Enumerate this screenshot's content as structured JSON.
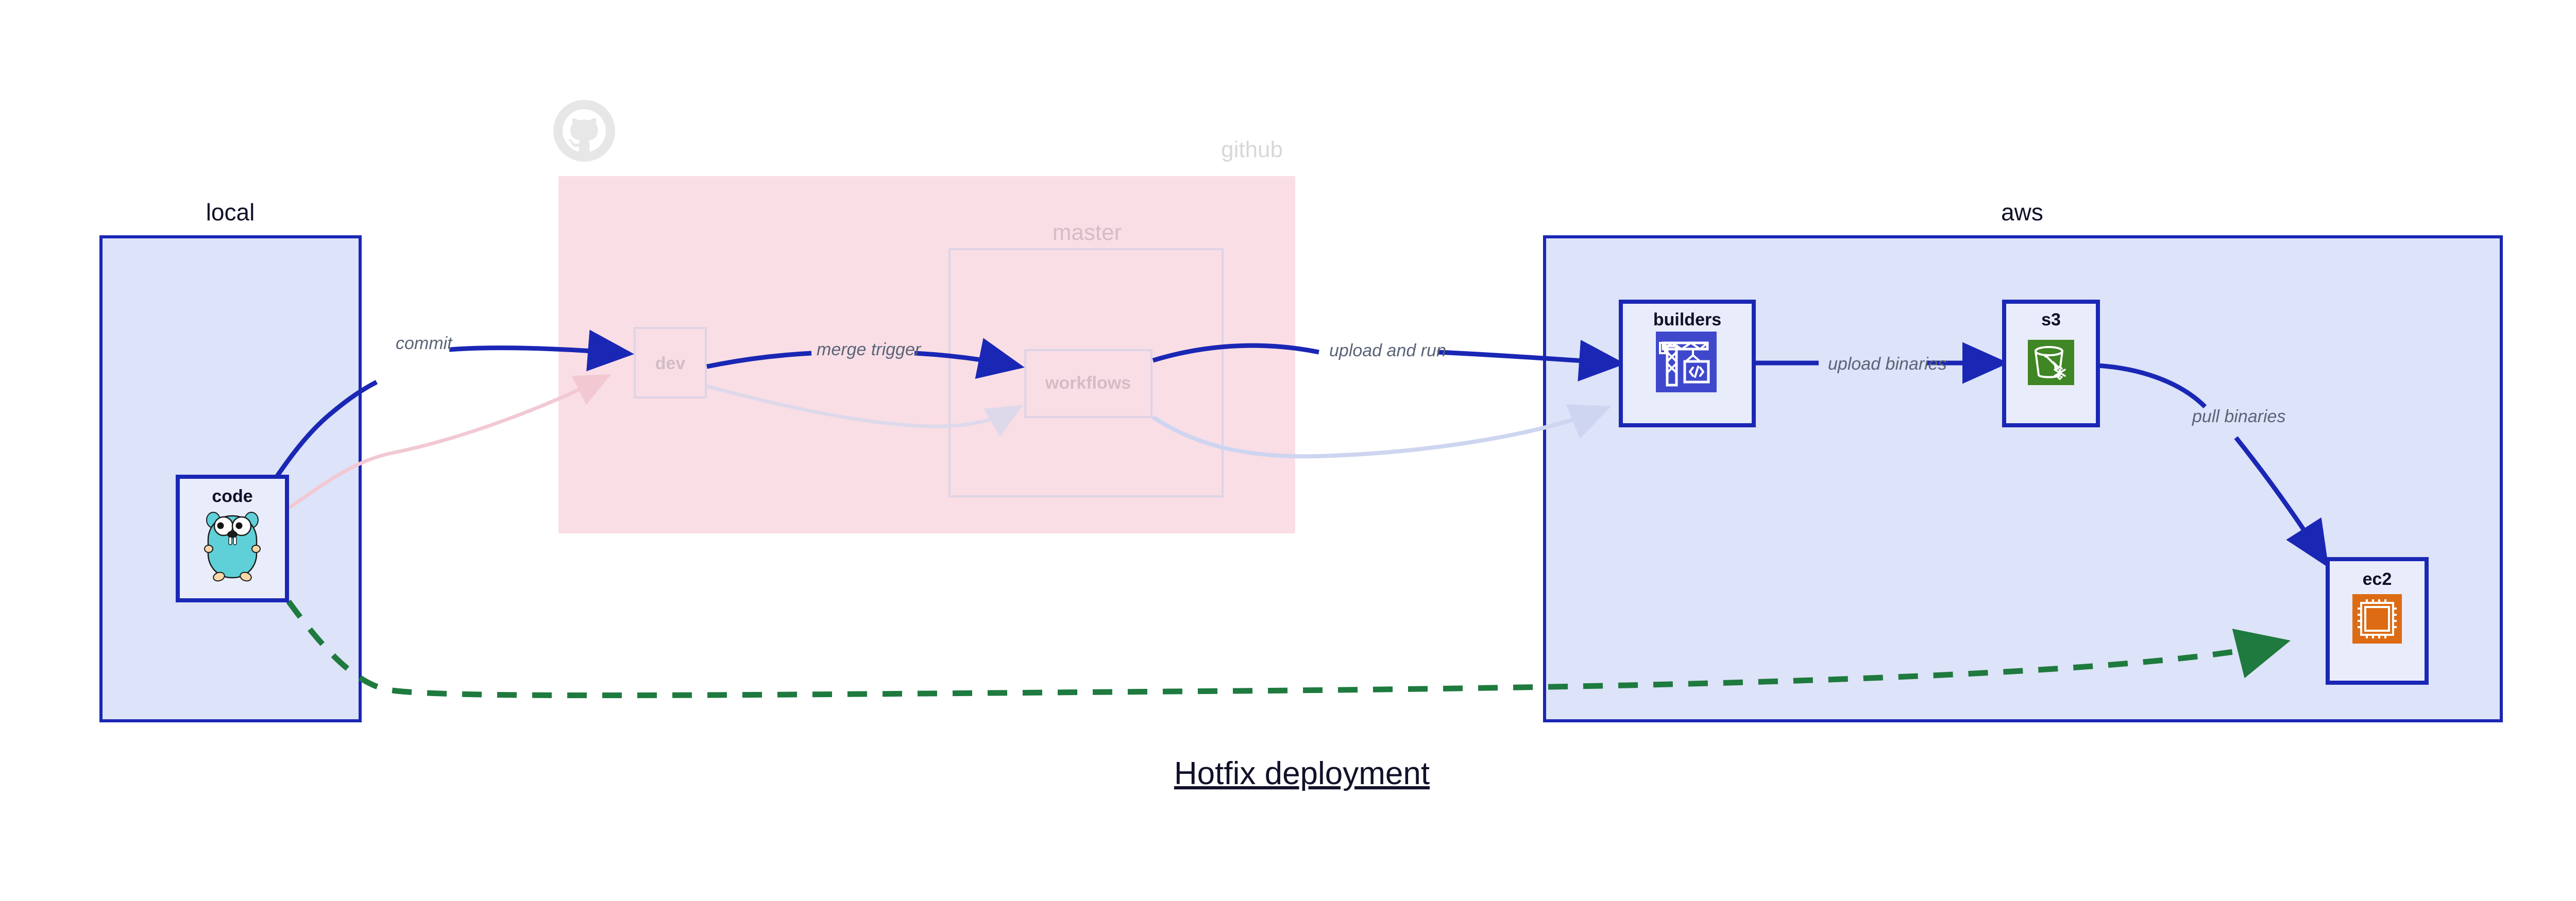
{
  "diagram": {
    "title": "Hotfix deployment",
    "title_underlined": true,
    "background": "#ffffff",
    "colors": {
      "accent_blue": "#1a27b5",
      "cluster_blue_fill": "#dde3f8",
      "cluster_pink_fill": "#fadee5",
      "node_fill": "#e9edfb",
      "node_stroke": "#1a27b5",
      "faded_stroke": "#d8d6e8",
      "edge_label_text": "#5a6478",
      "title_text": "#101129",
      "dashed_green": "#1e7a3e",
      "icon_codebuild": "#3f48cc",
      "icon_s3_glacier": "#3f8624",
      "icon_ec2": "#dd6b14",
      "gopher_body": "#5fd0d8",
      "octocat_gray": "#e6e6e6"
    }
  },
  "clusters": [
    {
      "id": "local",
      "label": "local",
      "label_color": "#101129",
      "fill": "#dde3f8",
      "stroke": "#1a27b5",
      "faded": false
    },
    {
      "id": "github",
      "label": "github",
      "label_color": "#101129",
      "fill": "#fadee5",
      "stroke": "#fadee5",
      "faded": true,
      "logo": "github-octocat-icon"
    },
    {
      "id": "aws",
      "label": "aws",
      "label_color": "#101129",
      "fill": "#dde3f8",
      "stroke": "#1a27b5",
      "faded": false
    }
  ],
  "subclusters": [
    {
      "id": "master",
      "label": "master",
      "parent": "github",
      "faded": true,
      "stroke": "#ddd4e6"
    }
  ],
  "nodes": [
    {
      "id": "code",
      "label": "code",
      "icon": "go-gopher-icon",
      "cluster": "local",
      "faded": false
    },
    {
      "id": "dev",
      "label": "dev",
      "icon": "none",
      "cluster": "github",
      "faded": true
    },
    {
      "id": "workflows",
      "label": "workflows",
      "icon": "none",
      "cluster": "master",
      "faded": true
    },
    {
      "id": "builders",
      "label": "builders",
      "icon": "aws-codebuild-icon",
      "cluster": "aws",
      "faded": false
    },
    {
      "id": "s3",
      "label": "s3",
      "icon": "aws-s3-glacier-icon",
      "cluster": "aws",
      "faded": false
    },
    {
      "id": "ec2",
      "label": "ec2",
      "icon": "aws-ec2-icon",
      "cluster": "aws",
      "faded": false
    }
  ],
  "edges": [
    {
      "id": "code-dev",
      "from": "code",
      "to": "dev",
      "label": "commit",
      "style": "solid",
      "color": "#1a27b5",
      "faded": false
    },
    {
      "id": "dev-workflows",
      "from": "dev",
      "to": "workflows",
      "label": "merge trigger",
      "style": "solid",
      "color": "#1a27b5",
      "faded": false
    },
    {
      "id": "workflows-builders",
      "from": "workflows",
      "to": "builders",
      "label": "upload and run",
      "style": "solid",
      "color": "#1a27b5",
      "faded": false
    },
    {
      "id": "builders-s3",
      "from": "builders",
      "to": "s3",
      "label": "upload binaries",
      "style": "solid",
      "color": "#1a27b5",
      "faded": false
    },
    {
      "id": "s3-ec2",
      "from": "s3",
      "to": "ec2",
      "label": "pull binaries",
      "style": "solid",
      "color": "#1a27b5",
      "faded": false
    },
    {
      "id": "code-ec2-hotfix",
      "from": "code",
      "to": "ec2",
      "label": "",
      "style": "dashed",
      "color": "#1e7a3e",
      "faded": false
    },
    {
      "id": "code-dev-faded",
      "from": "code",
      "to": "dev",
      "label": "",
      "style": "solid",
      "color": "#f0d5dc",
      "faded": true
    },
    {
      "id": "dev-workflows-faded",
      "from": "dev",
      "to": "workflows",
      "label": "",
      "style": "solid",
      "color": "#ddd9ea",
      "faded": true
    },
    {
      "id": "workflows-builders-faded",
      "from": "workflows",
      "to": "builders",
      "label": "",
      "style": "solid",
      "color": "#dde0f2",
      "faded": true
    }
  ]
}
